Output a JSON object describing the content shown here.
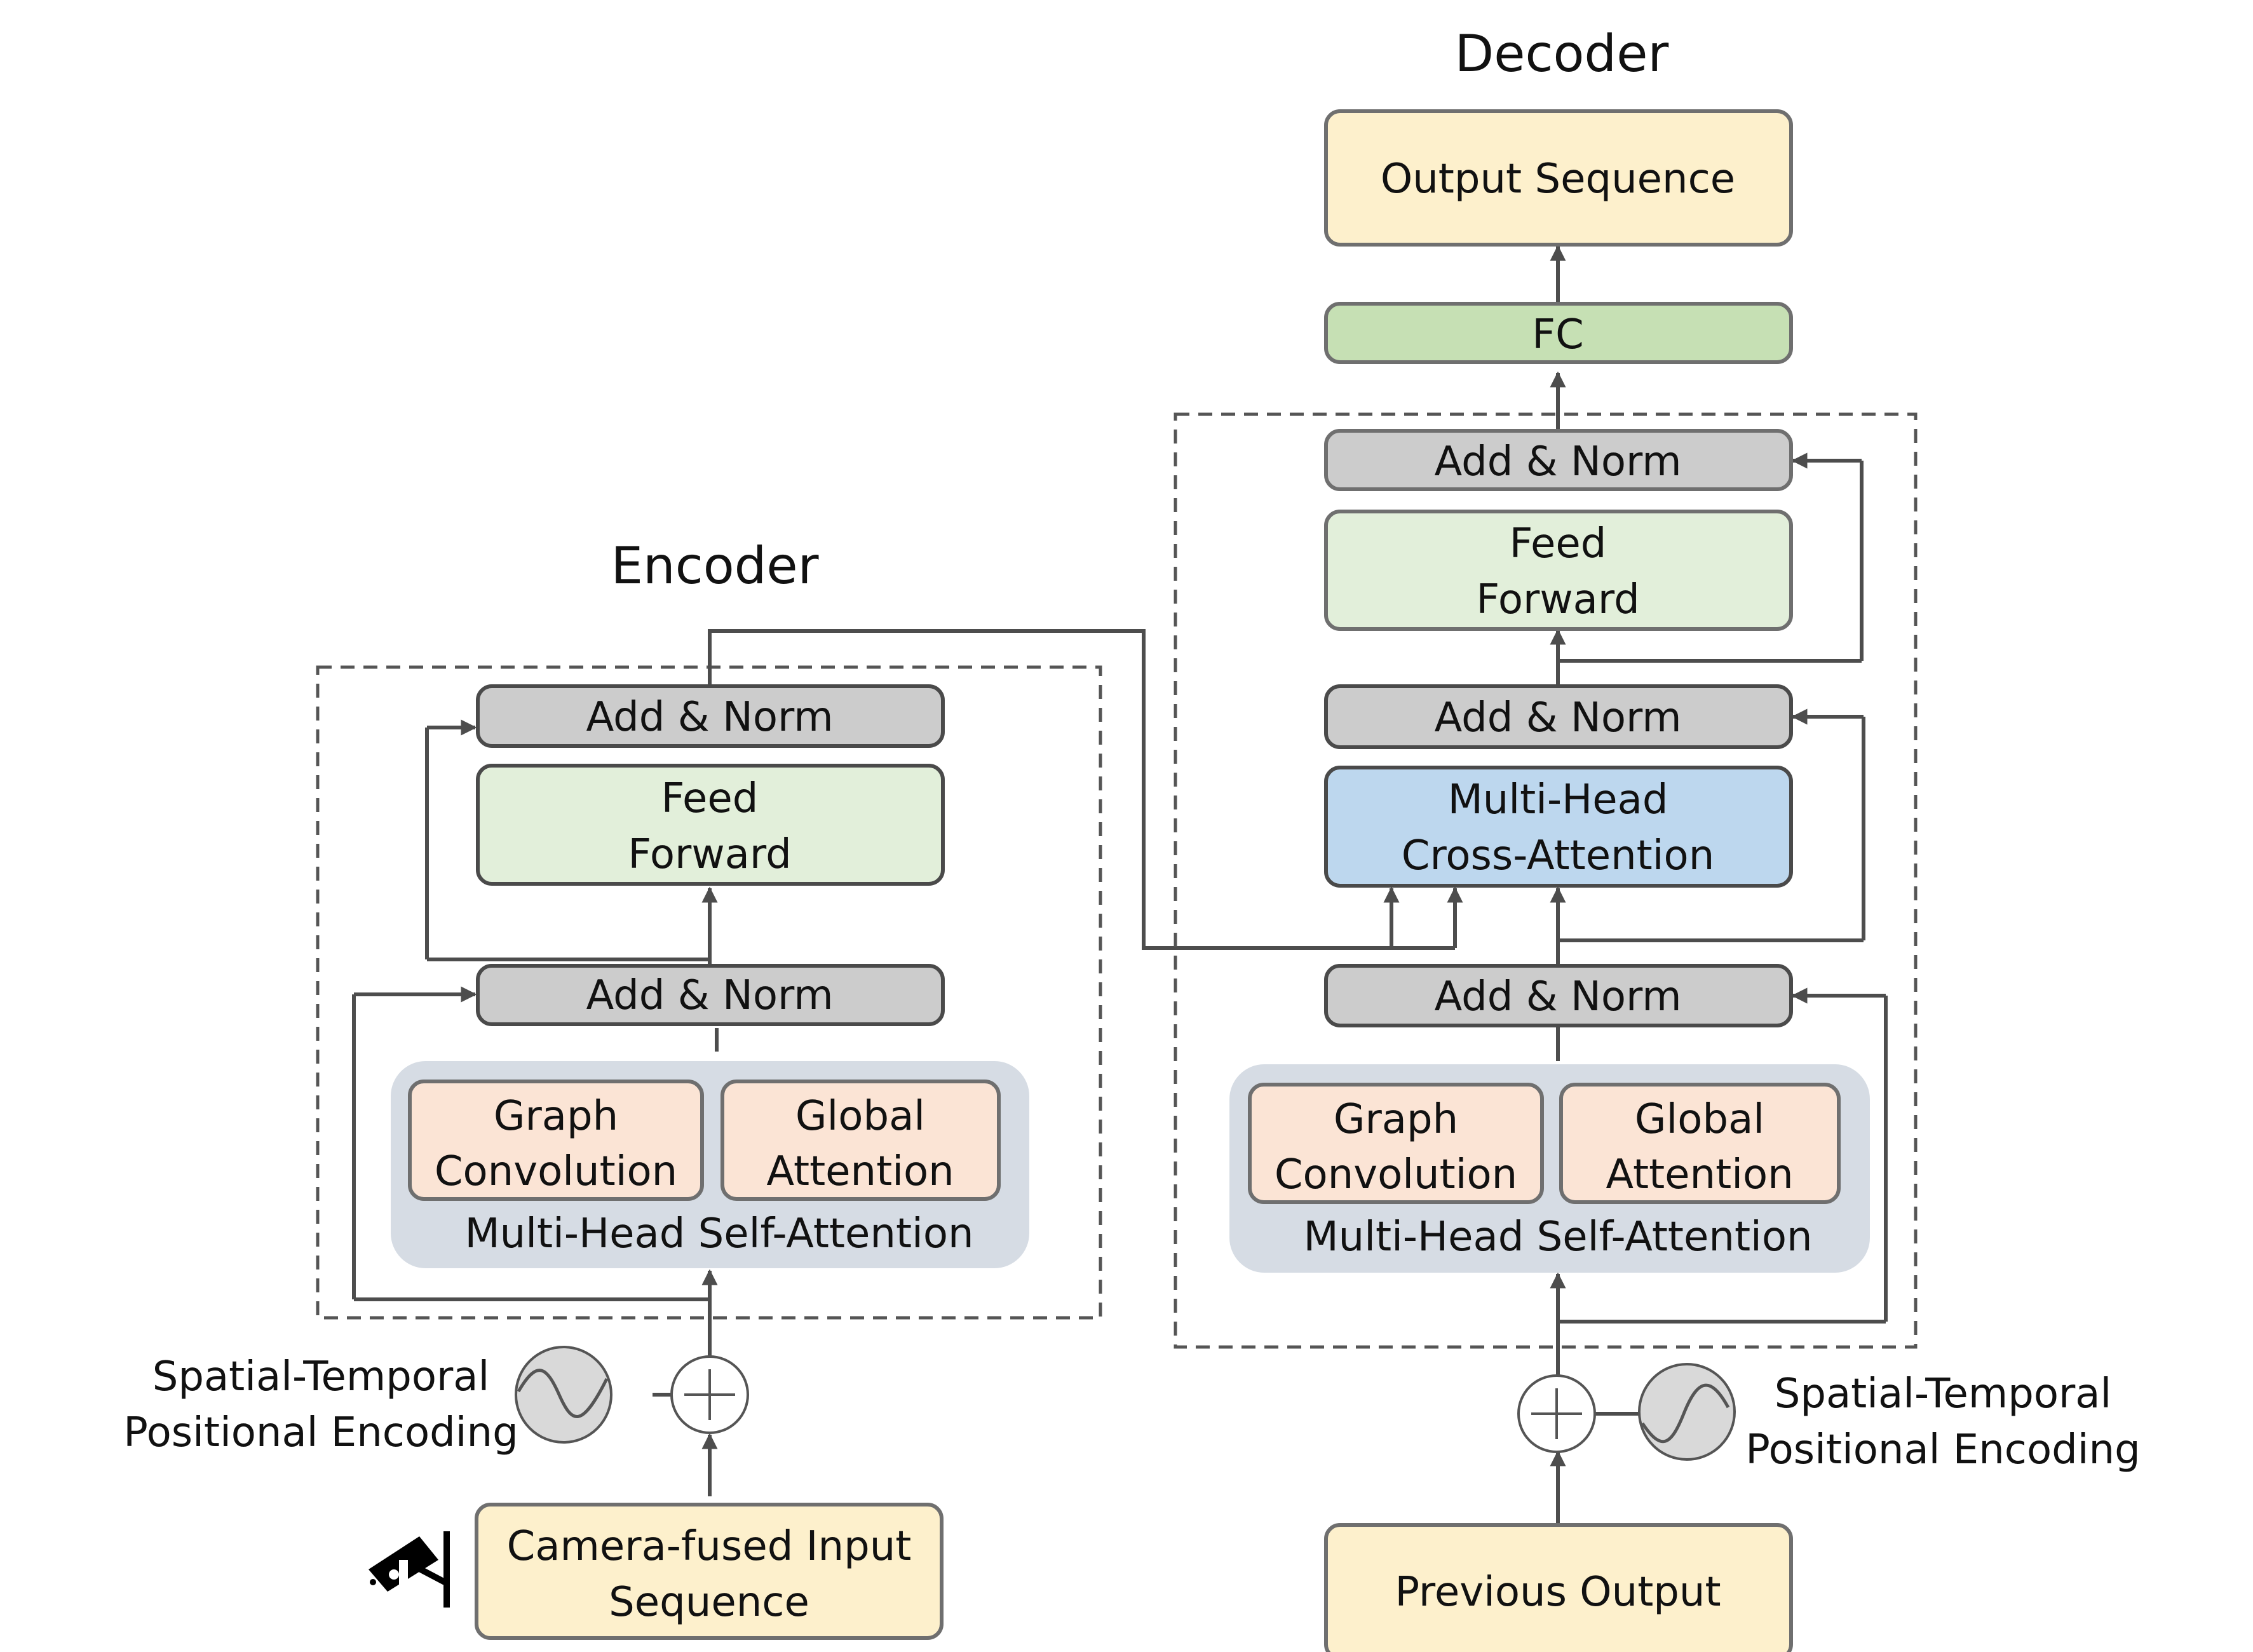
{
  "colors": {
    "yellow": "#fdf0cc",
    "grey": "#cccccc",
    "green_light": "#e2efda",
    "green_fc": "#c6e0b4",
    "blue": "#bdd7ee",
    "peach": "#fbe4d5",
    "mhsa_bg": "#d6dce4",
    "encoding_icon": "#d9d9d9"
  },
  "encoder": {
    "title": "Encoder",
    "input_line1": "Camera-fused Input",
    "input_line2": "Sequence",
    "input_icon": "cctv-camera-icon",
    "pos_enc_line1": "Spatial-Temporal",
    "pos_enc_line2": "Positional Encoding",
    "mhsa_label": "Multi-Head Self-Attention",
    "graph_conv_line1": "Graph",
    "graph_conv_line2": "Convolution",
    "global_att_line1": "Global",
    "global_att_line2": "Attention",
    "add_norm_1": "Add & Norm",
    "ff_line1": "Feed",
    "ff_line2": "Forward",
    "add_norm_2": "Add & Norm"
  },
  "decoder": {
    "title": "Decoder",
    "input_label": "Previous Output",
    "pos_enc_line1": "Spatial-Temporal",
    "pos_enc_line2": "Positional Encoding",
    "mhsa_label": "Multi-Head Self-Attention",
    "graph_conv_line1": "Graph",
    "graph_conv_line2": "Convolution",
    "global_att_line1": "Global",
    "global_att_line2": "Attention",
    "add_norm_1": "Add & Norm",
    "cross_line1": "Multi-Head",
    "cross_line2": "Cross-Attention",
    "add_norm_2": "Add & Norm",
    "ff_line1": "Feed",
    "ff_line2": "Forward",
    "add_norm_3": "Add & Norm",
    "fc_label": "FC",
    "output_label": "Output Sequence"
  }
}
